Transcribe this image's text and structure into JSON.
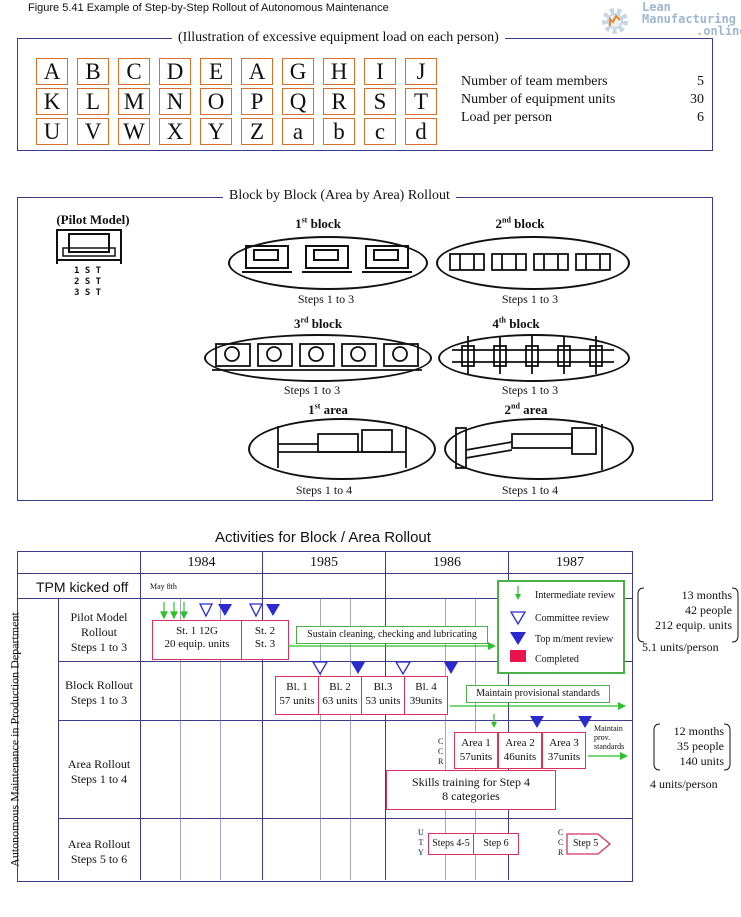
{
  "caption": "Figure 5.41 Example of Step-by-Step Rollout of Autonomous Maintenance",
  "logo": {
    "line1": "Lean",
    "line2": "Manufacturing",
    "line3": ".online"
  },
  "section1": {
    "title": "(Illustration of excessive equipment load on each person)",
    "letters": [
      "A",
      "B",
      "C",
      "D",
      "E",
      "A",
      "G",
      "H",
      "I",
      "J",
      "K",
      "L",
      "M",
      "N",
      "O",
      "P",
      "Q",
      "R",
      "S",
      "T",
      "U",
      "V",
      "W",
      "X",
      "Y",
      "Z",
      "a",
      "b",
      "c",
      "d"
    ],
    "stats": [
      {
        "label": "Number of team members",
        "value": "5"
      },
      {
        "label": "Number of equipment units",
        "value": "30"
      },
      {
        "label": "Load per person",
        "value": "6"
      }
    ]
  },
  "section2": {
    "title": "Block by Block (Area by Area) Rollout",
    "pilot": "(Pilot Model)",
    "pilot_sign": [
      "1 S T",
      "2 S T",
      "3 S T"
    ],
    "blocks": [
      {
        "label": "1st block",
        "steps": "Steps 1 to 3"
      },
      {
        "label": "2nd block",
        "steps": "Steps 1 to 3"
      },
      {
        "label": "3rd block",
        "steps": "Steps 1 to 3"
      },
      {
        "label": "4th block",
        "steps": "Steps 1 to 3"
      },
      {
        "label": "1st area",
        "steps": "Steps 1 to 4"
      },
      {
        "label": "2nd area",
        "steps": "Steps 1 to 4"
      }
    ]
  },
  "section3": {
    "title": "Activities for Block / Area Rollout",
    "years": [
      "1984",
      "1985",
      "1986",
      "1987"
    ],
    "tpm": "TPM kicked off",
    "may": "May 8th",
    "vertical_label": "Autonomous Maintenance in Production Department",
    "rows": [
      {
        "label": [
          "Pilot Model",
          "Rollout",
          "Steps 1 to 3"
        ]
      },
      {
        "label": [
          "Block Rollout",
          "Steps 1 to 3"
        ]
      },
      {
        "label": [
          "Area Rollout",
          "Steps 1 to 4"
        ]
      },
      {
        "label": [
          "Area Rollout",
          "Steps 5 to 6"
        ]
      }
    ],
    "legend": [
      "Intermediate review",
      "Committee review",
      "Top m/ment review",
      "Completed"
    ],
    "pilot_boxes": {
      "st1": [
        "St. 1  12G",
        "20 equip. units"
      ],
      "st23": [
        "St. 2",
        "St. 3"
      ]
    },
    "sustain": "Sustain cleaning, checking and lubricating",
    "blocks": [
      {
        "name": "Bl. 1",
        "units": "57 units"
      },
      {
        "name": "Bl. 2",
        "units": "63 units"
      },
      {
        "name": "Bl.3",
        "units": "53 units"
      },
      {
        "name": "Bl. 4",
        "units": "39units"
      }
    ],
    "maintain_prov": "Maintain provisional standards",
    "ccr": [
      "C",
      "C",
      "R"
    ],
    "areas": [
      {
        "name": "Area 1",
        "units": "57units"
      },
      {
        "name": "Area 2",
        "units": "46units"
      },
      {
        "name": "Area 3",
        "units": "37units"
      }
    ],
    "maintain_short": [
      "Maintain",
      "prov.",
      "standards"
    ],
    "skills": [
      "Skills training for Step 4",
      "8 categories"
    ],
    "uty": [
      "U",
      "T",
      "Y"
    ],
    "steps45": "Steps 4-5",
    "step6": "Step 6",
    "ccr2": [
      "C",
      "C",
      "R"
    ],
    "step5": "Step 5",
    "summary1": {
      "lines": [
        "13 months",
        "42 people",
        "212 equip. units"
      ],
      "rate": "5.1 units/person"
    },
    "summary2": {
      "lines": [
        "12 months",
        "35 people",
        "140 units"
      ],
      "rate": "4 units/person"
    }
  }
}
